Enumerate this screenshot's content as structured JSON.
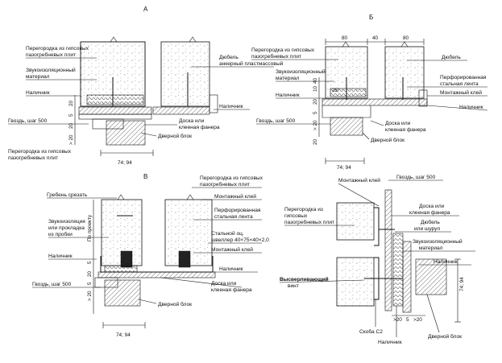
{
  "sections": {
    "A": {
      "title": "А",
      "labels": {
        "partition_top": [
          "Перегородка из гипсовых",
          "пазогребневых плит"
        ],
        "insulation": [
          "Звукоизоляционный",
          "материал"
        ],
        "casing": "Наличник",
        "nail": "Гвоздь, шаг 500",
        "partition_bottom": [
          "Перегородка из гипсовых",
          "пазогребневых плит"
        ],
        "dowel": [
          "Дюбель",
          "анкерный пластмассовый"
        ],
        "casing_right": "Наличник",
        "board": [
          "Доска или",
          "клееная фанера"
        ],
        "door": "Дверной блок"
      },
      "dims": [
        "20",
        "5",
        "20",
        "> 20",
        "74; 94"
      ]
    },
    "B": {
      "title": "Б",
      "labels": {
        "partition": [
          "Перегородка из гипсовых",
          "пазогребневых плит"
        ],
        "insulation": [
          "Звукоизоляционный",
          "материал"
        ],
        "casing": "Наличник",
        "nail": "Гвоздь, шаг 500",
        "dowel": "Дюбель",
        "tape": [
          "Перфорированная",
          "стальная лента"
        ],
        "glue": "Монтажный клей",
        "casing_right": "Наличник",
        "board": [
          "Доска или",
          "клееная фанера"
        ],
        "door": "Дверной блок"
      },
      "dims": [
        "80",
        "40",
        "80",
        "40",
        "10",
        "20",
        "5",
        "> 20",
        "20",
        "74; 94",
        "25°"
      ]
    },
    "V": {
      "title": "В",
      "labels": {
        "ridge": "Гребень срезать",
        "insulation": [
          "Звукоизоляция",
          "или прокладка",
          "из пробки"
        ],
        "casing": "Наличник",
        "nail": "Гвоздь, шаг 500",
        "partition": [
          "Перегородка из гипсовых",
          "пазогребневых плит"
        ],
        "glue": "Монтажный клей",
        "tape": [
          "Перфорированная",
          "стальная лента"
        ],
        "channel": [
          "Стальной оц.",
          "швеллер 40×75×40×2,0"
        ],
        "glue2": "Монтажный клей",
        "casing_right": "Наличник",
        "board": [
          "Доска или",
          "клееная фанера"
        ],
        "door": "Дверной блок",
        "by_design": "По проекту"
      },
      "dims": [
        "5",
        "20",
        "5",
        "> 20",
        "74; 94"
      ]
    },
    "G": {
      "labels": {
        "glue": "Монтажный клей",
        "nail": "Гвоздь, шаг 500",
        "board": [
          "Доска или",
          "клееная фанера"
        ],
        "dowel": [
          "Дюбель",
          "или шуруп"
        ],
        "partition": [
          "Перегородка из",
          "гипсовых",
          "пазогребневых плит"
        ],
        "insulation": [
          "Звукоизоляционный",
          "материал"
        ],
        "casing": "Наличник",
        "screw": [
          "Высверливающий",
          "винт"
        ],
        "bracket": "Скоба С2",
        "casing_bottom": "Наличник",
        "door": "Дверной блок"
      },
      "dims": [
        ">20",
        "5",
        ">20",
        "74; 94"
      ]
    }
  }
}
